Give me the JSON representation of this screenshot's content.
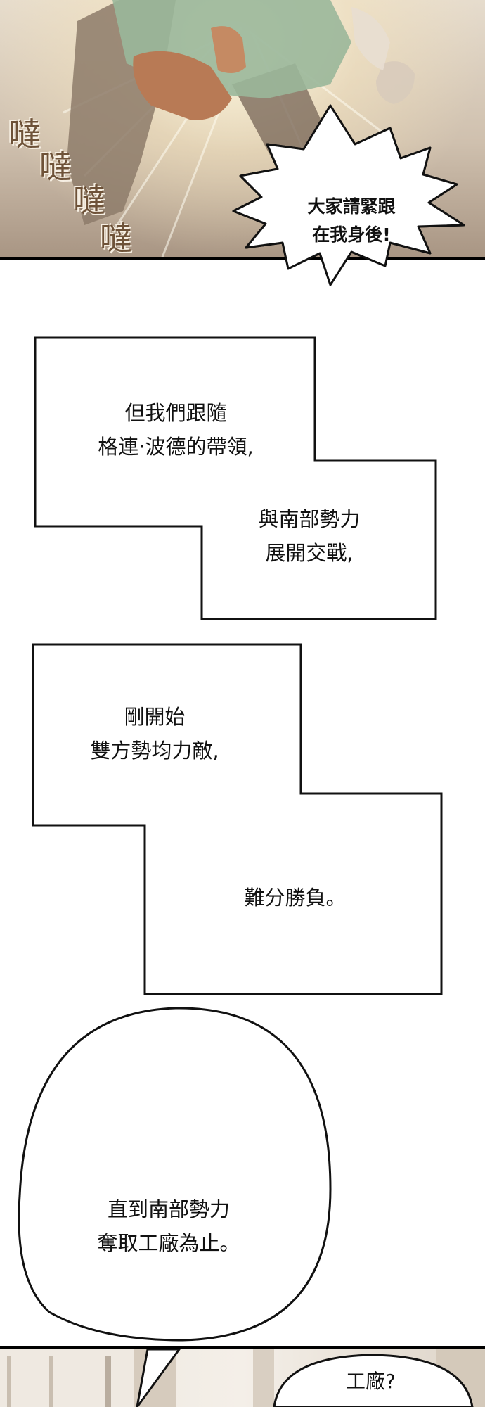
{
  "sound_effect": {
    "lines": [
      "噠",
      "噠",
      "噠",
      "噠"
    ]
  },
  "shout_bubble": {
    "lines": [
      "大家請緊跟",
      "在我身後!"
    ]
  },
  "caption_1": {
    "part_a": [
      "但我們跟隨",
      "格連·波德的帶領,"
    ],
    "part_b": [
      "與南部勢力",
      "展開交戰,"
    ]
  },
  "caption_2": {
    "part_a": [
      "剛開始",
      "雙方勢均力敵,"
    ],
    "part_b": [
      "難分勝負。"
    ]
  },
  "speech_bubble": {
    "lines": [
      "直到南部勢力",
      "奪取工廠為止。"
    ]
  },
  "next_panel_bubble": {
    "text": "工廠?"
  },
  "colors": {
    "ink": "#111111",
    "sfx": "#6e5238",
    "panel_background": "#ffffff"
  }
}
